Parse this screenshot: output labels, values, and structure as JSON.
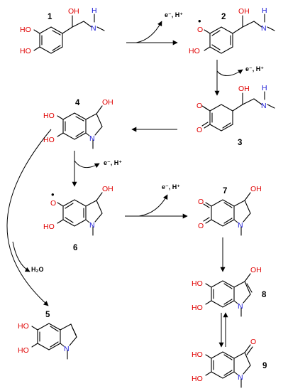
{
  "compounds": [
    {
      "number": "1"
    },
    {
      "number": "2"
    },
    {
      "number": "3"
    },
    {
      "number": "4"
    },
    {
      "number": "5"
    },
    {
      "number": "6"
    },
    {
      "number": "7"
    },
    {
      "number": "8"
    },
    {
      "number": "9"
    }
  ],
  "atoms": {
    "oh": "OH",
    "ho": "HO",
    "o": "O",
    "n": "N",
    "h": "H",
    "radical": "•"
  },
  "reagents": {
    "electron_proton": "e⁻, H⁺",
    "water": "H₂O"
  },
  "colors": {
    "oxygen": "#e00000",
    "nitrogen": "#1a1ad6",
    "bond": "#000000"
  }
}
